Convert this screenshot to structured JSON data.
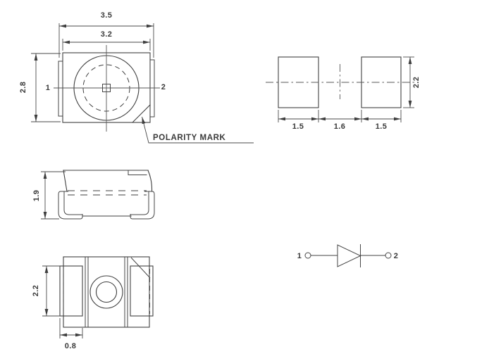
{
  "page": {
    "background": "#ffffff",
    "line_color": "#3f3f3f",
    "text_color": "#3a3a3a"
  },
  "views": {
    "top": {
      "dim_overall_width": "3.5",
      "dim_body_width": "3.2",
      "dim_height": "2.8",
      "pin1": "1",
      "pin2": "2",
      "polarity": "POLARITY MARK"
    },
    "pads": {
      "dim_left": "1.5",
      "dim_gap": "1.6",
      "dim_right": "1.5",
      "dim_height": "2.2"
    },
    "side": {
      "dim_height": "1.9"
    },
    "bottom": {
      "dim_height": "2.2",
      "dim_terminal": "0.8"
    },
    "schematic": {
      "pin1": "1",
      "pin2": "2"
    }
  }
}
